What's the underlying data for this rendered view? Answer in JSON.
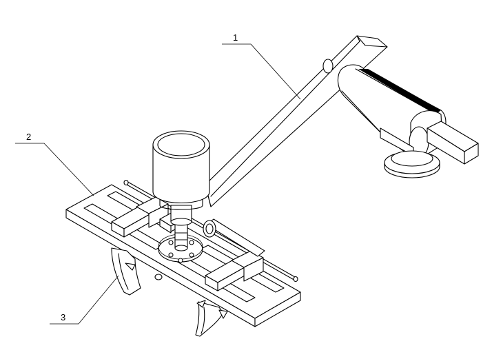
{
  "labels": [
    {
      "id": "1"
    },
    {
      "id": "2"
    },
    {
      "id": "3"
    }
  ]
}
